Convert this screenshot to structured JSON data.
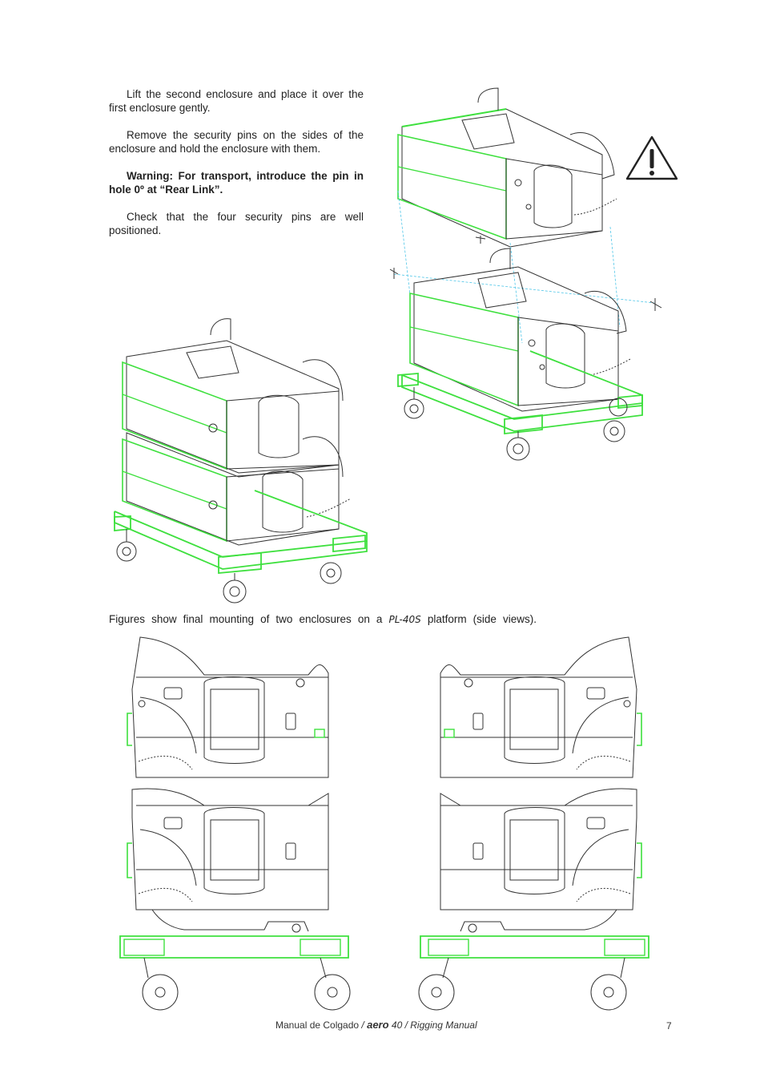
{
  "paragraphs": [
    "Lift the second enclosure and place it over the first enclosure gently.",
    "Remove the security pins on the sides of the enclosure and hold the enclosure with them.",
    "Warning: For transport, introduce the pin in hole 0º at “Rear Link”.",
    "Check that the four security pins are well positioned."
  ],
  "caption": {
    "before": "Figures show final mounting of two enclosures on a",
    "model": "PL-40S",
    "after": "platform (side views)."
  },
  "footer": {
    "spanish": "Manual  de  Colgado",
    "sep1": " / ",
    "brand": "aero",
    "model": " 40",
    "sep2": " / ",
    "english": "Rigging  Manual"
  },
  "page_number": "7",
  "colors": {
    "accent_green": "#3ee03e",
    "line": "#333333",
    "guide_cyan": "#4fc6e8"
  },
  "icons": {
    "warning": "warning-triangle-icon"
  }
}
